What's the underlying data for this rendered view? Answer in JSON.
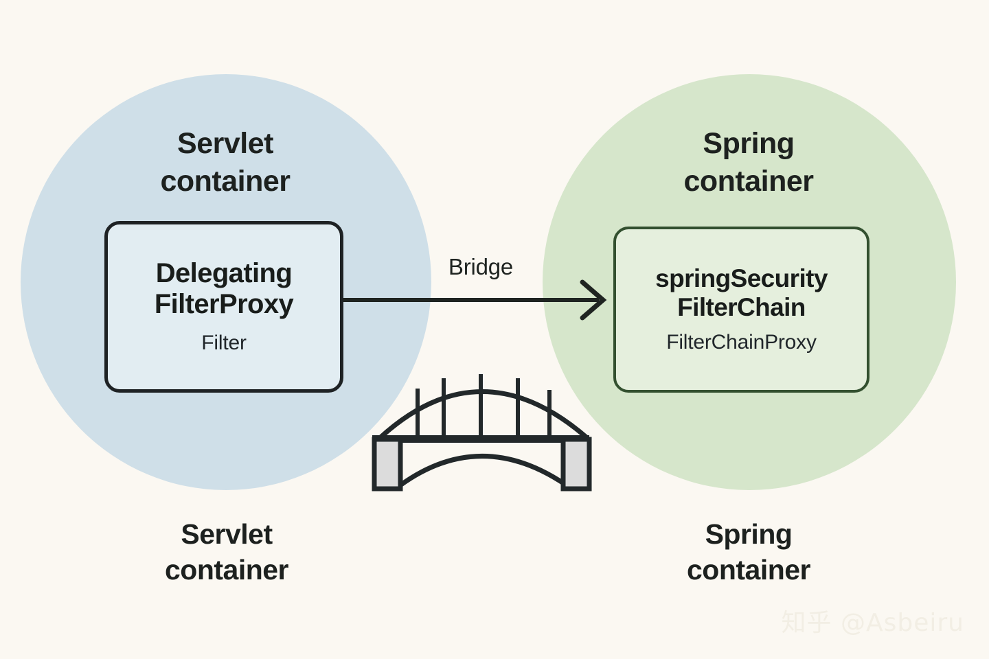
{
  "diagram": {
    "background_color": "#fbf8f2",
    "left_circle": {
      "title": "Servlet\ncontainer",
      "fill_color": "#cfdfe8",
      "node": {
        "main_label": "Delegating\nFilterProxy",
        "sub_label": "Filter",
        "fill_color": "#e2edf2",
        "border_color": "#1e2224"
      },
      "bottom_label": "Servlet\ncontainer"
    },
    "right_circle": {
      "title": "Spring\ncontainer",
      "fill_color": "#d6e6cb",
      "node": {
        "main_label": "springSecurity\nFilterChain",
        "sub_label": "FilterChainProxy",
        "fill_color": "#e5efdd",
        "border_color": "#33502f"
      },
      "bottom_label": "Spring\ncontainer"
    },
    "connector": {
      "label": "Bridge",
      "stroke_color": "#1f2421",
      "direction": "left-to-right"
    },
    "bridge_icon": {
      "name": "bridge-icon",
      "stroke_color": "#22282a",
      "pillar_fill": "#dcdcdc"
    },
    "watermark": "知乎 @Asbeiru"
  }
}
